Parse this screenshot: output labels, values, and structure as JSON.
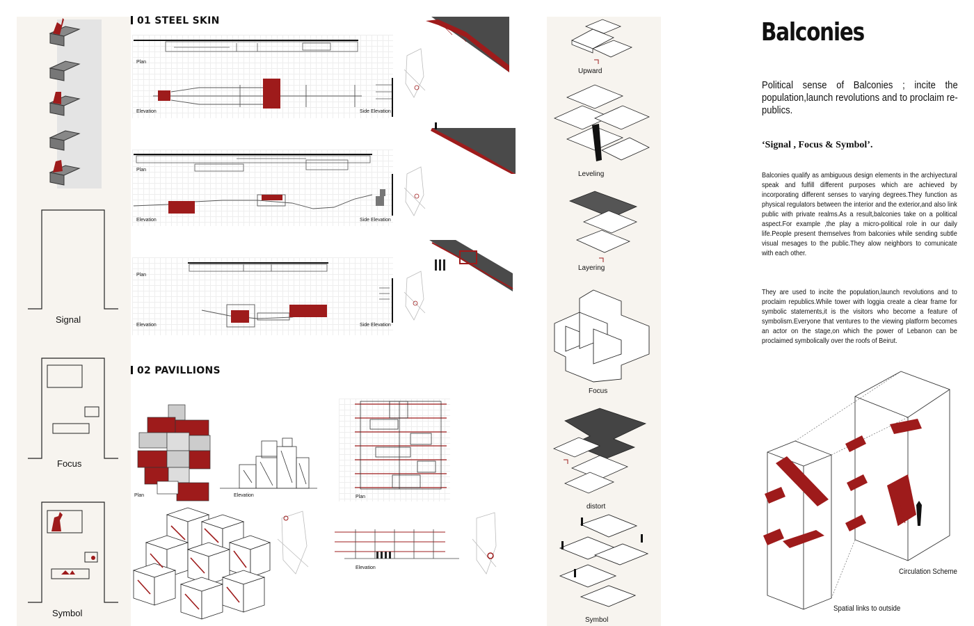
{
  "header": {
    "title": "Balconies",
    "lead": "Political sense of Balconies ; incite the population,launch revolutions and to proclaim re-publics.",
    "subhead": "‘Signal , Focus & Symbol’."
  },
  "body": {
    "paragraph1": "Balconies qualify as ambiguous design elements in the archiyectural speak and fulfill different purposes which are achieved by incorporating different senses to varying degrees.They function as physical regulators between the interior and the exterior,and also link public with private realms.As a result,balconies take on a political aspect.For example ,the play  a micro-political role in our daily life.People present themselves from balconies while sending subtle visual mesages to the public.They alow neighbors to comunicate with each other.",
    "paragraph2": "They are used to incite the population,launch revolutions and to proclaim republics.While tower with loggia create a clear frame for symbolic statements,it is the visitors who become a feature of symbolism.Everyone that ventures to the viewing platform becomes an actor on the stage,on which the power of Lebanon can be proclaimed symbolically over the roofs of Beirut."
  },
  "left_column": {
    "labels": [
      "Signal",
      "Focus",
      "Symbol"
    ]
  },
  "sections": {
    "steel_skin": "01 STEEL SKIN",
    "pavillions": "02 PAVILLIONS"
  },
  "drawing_labels": {
    "plan": "Plan",
    "elevation": "Elevation",
    "side_elevation": "Side Elevation"
  },
  "middle_column": {
    "labels": [
      "Upward",
      "Leveling",
      "Layering",
      "Focus",
      "distort",
      "Symbol"
    ]
  },
  "circulation": {
    "scheme_label": "Circulation Scheme",
    "links_label": "Spatial links to outside"
  },
  "colors": {
    "accent_red": "#9e1b1b",
    "dark_gray": "#4a4a4a",
    "strip_bg": "#f7f4ef"
  }
}
